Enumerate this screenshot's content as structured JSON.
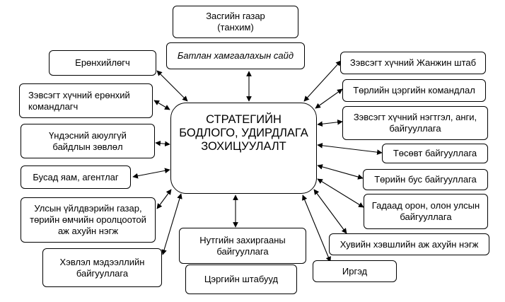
{
  "center": {
    "label": "СТРАТЕГИЙН\nБОДЛОГО, УДИРДЛАГА\nЗОХИЦУУЛАЛТ"
  },
  "nodes": {
    "top_office": "Засгийн газар\n(танхим)",
    "defense_ministry": "Батлан хамгаалахын сайд",
    "president": "Ерөнхийлөгч",
    "commander_in_chief": "Зэвсэгт хүчний ерөнхий командлагч",
    "security_council": "Үндэсний аюулгүй байдлын зөвлөл",
    "other_ministries": "Бусад яам, агентлаг",
    "state_enterprises": "Улсын үйлдвэрийн газар, төрийн өмчийн оролцоотой аж ахуйн нэгж",
    "media": "Хэвлэл мэдээллийн байгууллага",
    "local_government": "Нутгийн захиргааны байгууллага",
    "military_staffs": "Цэргийн штабууд",
    "general_staff": "Зэвсэгт хүчний Жанжин штаб",
    "border_troops": "Төрлийн цэргийн командлал",
    "armed_units": "Зэвсэгт хүчний нэгтгэл, анги, байгууллага",
    "budget_orgs": "Төсөвт байгууллага",
    "ngos": "Төрийн бус байгууллага",
    "foreign_orgs": "Гадаад орон, олон улсын байгууллага",
    "private_business": "Хувийн хэвшлийн аж ахуйн нэгж",
    "citizens": "Иргэд"
  }
}
